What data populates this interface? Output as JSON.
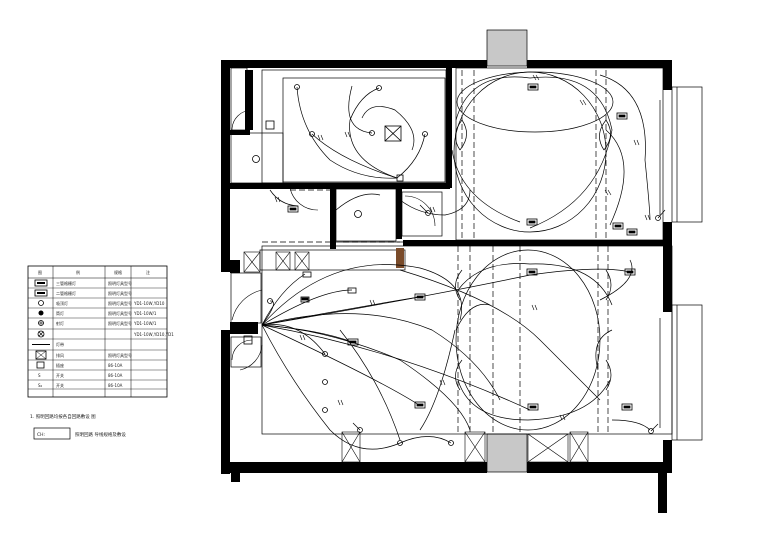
{
  "drawing": {
    "type": "electrical-lighting-floor-plan",
    "line_color": "#000000",
    "wall_color": "#000000",
    "shaft_color": "#c8c8c8",
    "hatch_color": "#333333"
  },
  "legend": {
    "headers": [
      "图",
      "例",
      "规格",
      "注"
    ],
    "rows": [
      {
        "symbol": "double-fluorescent-icon",
        "name": "三管格栅灯",
        "spec": "照明灯具型号",
        "note": ""
      },
      {
        "symbol": "double-fluorescent-icon",
        "name": "二管格栅灯",
        "spec": "照明灯具型号",
        "note": ""
      },
      {
        "symbol": "circle-o-icon",
        "name": "吸顶灯",
        "spec": "照明灯具型号",
        "note": "YD1-10W,YD10"
      },
      {
        "symbol": "circle-filled-icon",
        "name": "筒灯",
        "spec": "照明灯具型号",
        "note": "YD1-10W/1"
      },
      {
        "symbol": "star-circle-icon",
        "name": "射灯",
        "spec": "照明灯具型号",
        "note": "YD1-10W/1"
      },
      {
        "symbol": "circle-cross-icon",
        "name": "",
        "spec": "",
        "note": "YD1-10W,YD10,YD1"
      },
      {
        "symbol": "line-icon",
        "name": "灯带",
        "spec": "",
        "note": ""
      },
      {
        "symbol": "box-x-icon",
        "name": "排风",
        "spec": "照明灯具型号",
        "note": ""
      },
      {
        "symbol": "square-icon",
        "name": "插座",
        "spec": "86-10A",
        "note": ""
      },
      {
        "symbol": "switch-1-icon",
        "name": "开关",
        "spec": "86-10A",
        "note": ""
      },
      {
        "symbol": "switch-2-icon",
        "name": "开关",
        "spec": "86-10A",
        "note": ""
      }
    ]
  },
  "notes": {
    "note_1": "1. 照明回路均按各自回路敷设 图",
    "box_label": "CH:",
    "box_note": "照明回路 导线规格及敷设"
  }
}
